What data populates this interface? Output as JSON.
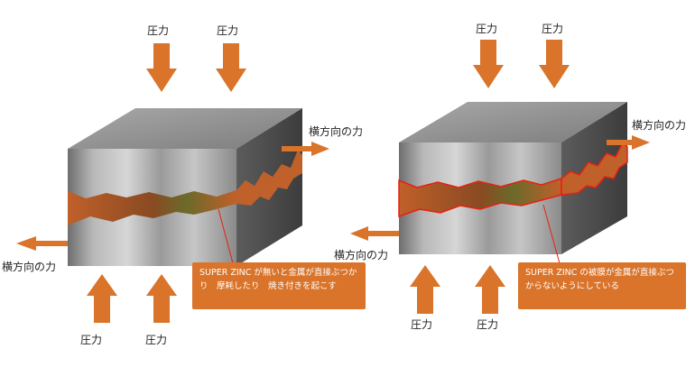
{
  "labels": {
    "pressure": "圧力",
    "lateral_force": "横方向の力"
  },
  "notes": {
    "left": "SUPER ZINC が無いと金属が直接ぶつかり　摩耗したり　焼き付きを起こす",
    "right": "SUPER ZINC の被膜が金属が直接ぶつからないようにしている"
  },
  "colors": {
    "arrow": "#d9742a",
    "note_bg": "#d9742a",
    "crack_fill": "#c0602a",
    "film": "#e82010"
  }
}
